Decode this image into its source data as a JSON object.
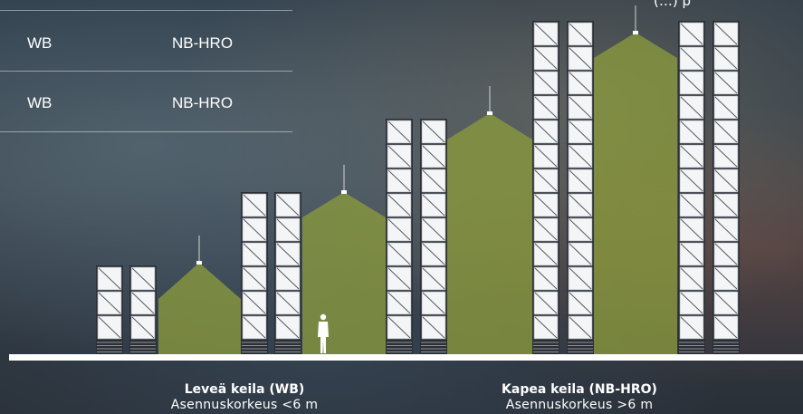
{
  "table": {
    "rows": [
      {
        "col1": "WB",
        "col2": "NB-HRO"
      },
      {
        "col1": "WB",
        "col2": "NB-HRO"
      }
    ]
  },
  "corner_text": "(…) p",
  "captions": {
    "wide": {
      "title": "Leveä keila (WB)",
      "subtitle": "Asennuskorkeus <6 m"
    },
    "narrow": {
      "title": "Kapea keila (NB-HRO)",
      "subtitle": "Asennuskorkeus >6 m"
    }
  },
  "colors": {
    "beam": "#8a9a3c",
    "rack_frame": "#2c2f36",
    "floor": "#ffffff",
    "text": "#ffffff"
  }
}
